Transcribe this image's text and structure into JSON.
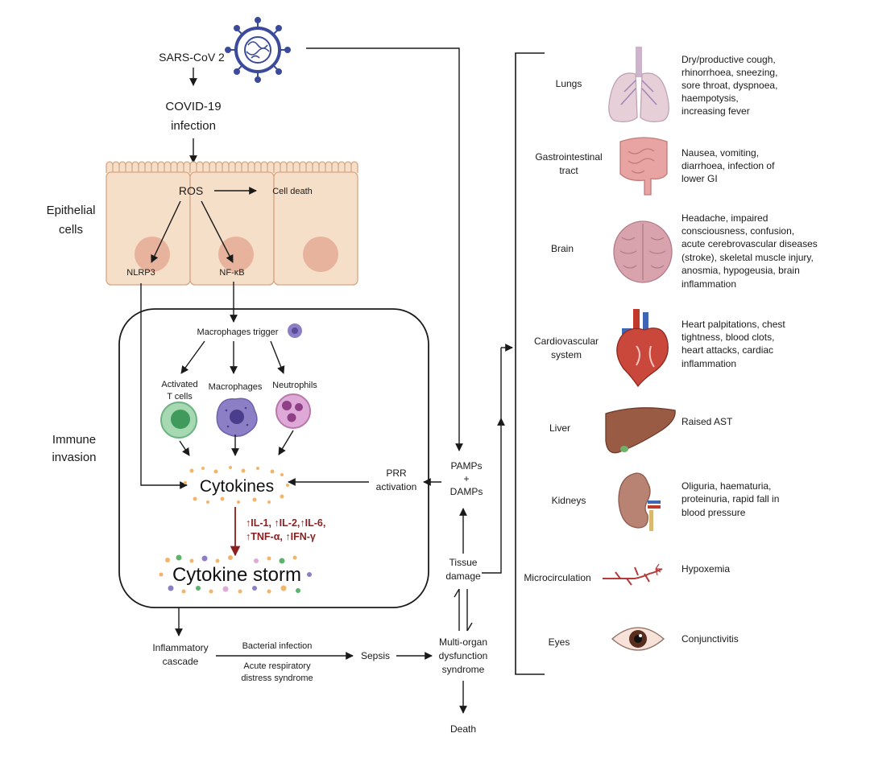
{
  "virus": {
    "label": "SARS-CoV 2"
  },
  "infection": {
    "line1": "COVID-19",
    "line2": "infection"
  },
  "epithelial": {
    "label_line1": "Epithelial",
    "label_line2": "cells",
    "ros": "ROS",
    "cell_death": "Cell death",
    "nlrp3": "NLRP3",
    "nfkb": "NF-κB"
  },
  "immune": {
    "label_line1": "Immune",
    "label_line2": "invasion",
    "macrophage_trigger": "Macrophages trigger",
    "t_cells_line1": "Activated",
    "t_cells_line2": "T cells",
    "macrophages": "Macrophages",
    "neutrophils": "Neutrophils",
    "cytokines": "Cytokines",
    "markers_line1": "↑IL-1, ↑IL-2,↑IL-6,",
    "markers_line2": "↑TNF-α, ↑IFN-γ",
    "storm": "Cytokine storm"
  },
  "pathway": {
    "prr_line1": "PRR",
    "prr_line2": "activation",
    "pamps_line1": "PAMPs",
    "pamps_line2": "+",
    "pamps_line3": "DAMPs",
    "tissue_line1": "Tissue",
    "tissue_line2": "damage",
    "inflam_line1": "Inflammatory",
    "inflam_line2": "cascade",
    "bacterial": "Bacterial infection",
    "ards_line1": "Acute respiratory",
    "ards_line2": "distress syndrome",
    "sepsis": "Sepsis",
    "mods_line1": "Multi-organ",
    "mods_line2": "dysfunction",
    "mods_line3": "syndrome",
    "death": "Death"
  },
  "organs": [
    {
      "name_lines": [
        "Lungs"
      ],
      "icon": "lungs-icon",
      "symptoms": [
        "Dry/productive cough,",
        "rhinorrhoea, sneezing,",
        "sore throat, dyspnoea,",
        "haempotysis,",
        "increasing fever"
      ]
    },
    {
      "name_lines": [
        "Gastrointestinal",
        "tract"
      ],
      "icon": "intestine-icon",
      "symptoms": [
        "Nausea, vomiting,",
        "diarrhoea, infection of",
        "lower GI"
      ]
    },
    {
      "name_lines": [
        "Brain"
      ],
      "icon": "brain-icon",
      "symptoms": [
        "Headache, impaired",
        "consciousness, confusion,",
        "acute cerebrovascular diseases",
        "(stroke), skeletal muscle injury,",
        "anosmia, hypogeusia, brain",
        "inflammation"
      ]
    },
    {
      "name_lines": [
        "Cardiovascular",
        "system"
      ],
      "icon": "heart-icon",
      "symptoms": [
        "Heart palpitations, chest",
        "tightness, blood clots,",
        "heart attacks, cardiac",
        "inflammation"
      ]
    },
    {
      "name_lines": [
        "Liver"
      ],
      "icon": "liver-icon",
      "symptoms": [
        "Raised AST"
      ]
    },
    {
      "name_lines": [
        "Kidneys"
      ],
      "icon": "kidney-icon",
      "symptoms": [
        "Oliguria, haematuria,",
        "proteinuria, rapid fall in",
        "blood pressure"
      ]
    },
    {
      "name_lines": [
        "Microcirculation"
      ],
      "icon": "blood-vessel-icon",
      "symptoms": [
        "Hypoxemia"
      ]
    },
    {
      "name_lines": [
        "Eyes"
      ],
      "icon": "eye-icon",
      "symptoms": [
        "Conjunctivitis"
      ]
    }
  ],
  "colors": {
    "cell_fill": "#f6dfc9",
    "cell_stroke": "#d9a582",
    "nucleus": "#e8b39c",
    "red_arrow": "#8b1e1e",
    "virus": "#3b4a9a"
  }
}
